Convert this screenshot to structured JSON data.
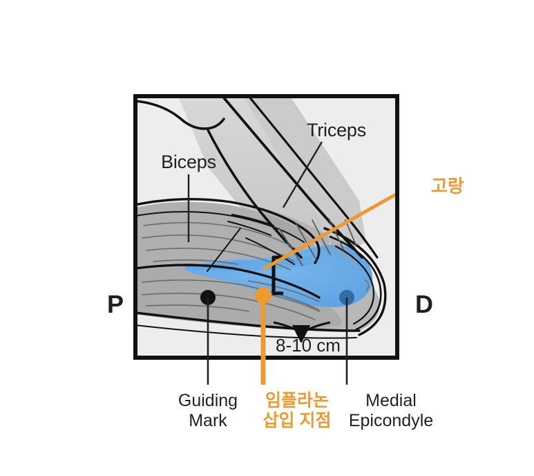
{
  "figure": {
    "title_alt": "Implanon insertion site on the inner upper arm",
    "frame": {
      "border_color": "#111111",
      "fill_color": "#eeeeee"
    },
    "colors": {
      "vessel_blue": "#62a9e8",
      "vessel_blue_dark": "#2e6da8",
      "accent_orange": "#ee9a32",
      "muscle_gray_dark": "#a8a8a8",
      "muscle_gray_mid": "#bdbdbd",
      "muscle_gray_light": "#d4d4d4",
      "skin_light": "#ebebeb",
      "outline_black": "#111111",
      "text_black": "#231f20",
      "background": "#ffffff"
    },
    "labels": {
      "biceps": "Biceps",
      "triceps": "Triceps",
      "proximal": "P",
      "distal": "D",
      "dimension": "8-10 cm",
      "groove_ko": "고랑",
      "guiding_mark_line1": "Guiding",
      "guiding_mark_line2": "Mark",
      "insertion_ko_line1": "임플라논",
      "insertion_ko_line2": "삽입 지점",
      "medial_epicondyle_line1": "Medial",
      "medial_epicondyle_line2": "Epicondyle"
    },
    "markers": {
      "guiding_mark_dot": "black-dot",
      "insertion_point_dot": "orange-dot",
      "medial_epicondyle_dot": "blue-dot"
    }
  }
}
